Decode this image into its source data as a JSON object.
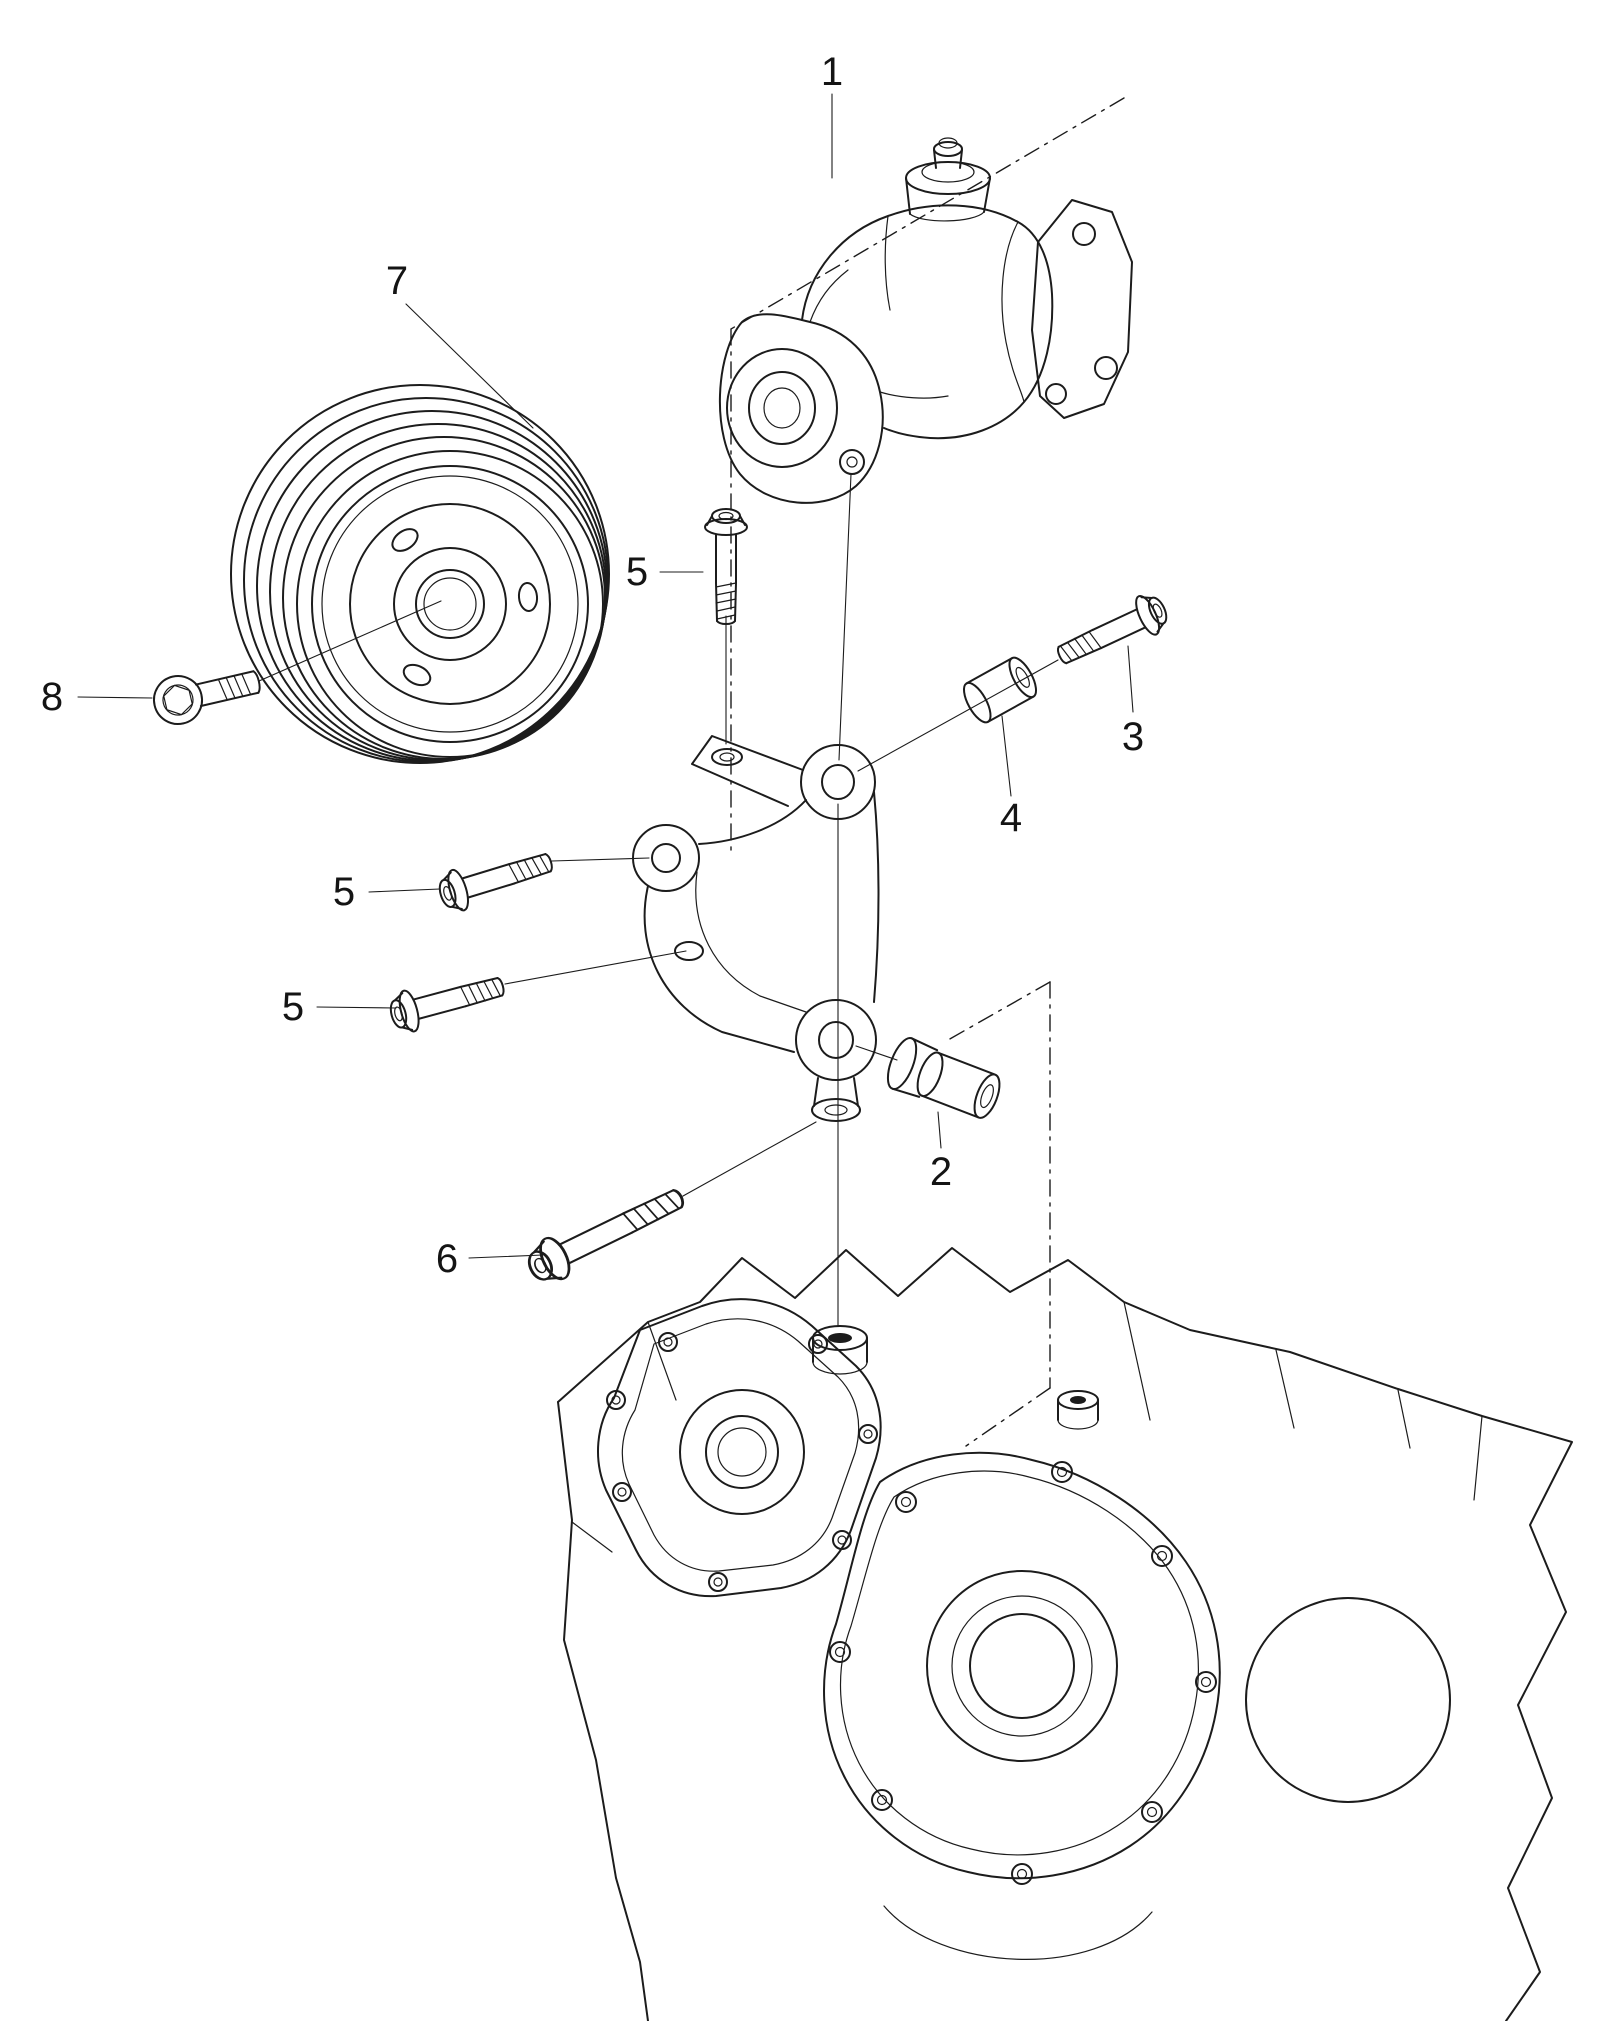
{
  "figure": {
    "background_color": "#ffffff",
    "line_color": "#1c1c1c",
    "description": "Exploded parts diagram: power steering pump, pulley, mounting bracket and bolts on engine block"
  },
  "callouts": {
    "pump": "1",
    "sleeve": "2",
    "bolt3": "3",
    "spacer": "4",
    "bolt5a": "5",
    "bolt5b": "5",
    "bolt5c": "5",
    "bolt6": "6",
    "pulley": "7",
    "bolt8": "8"
  }
}
